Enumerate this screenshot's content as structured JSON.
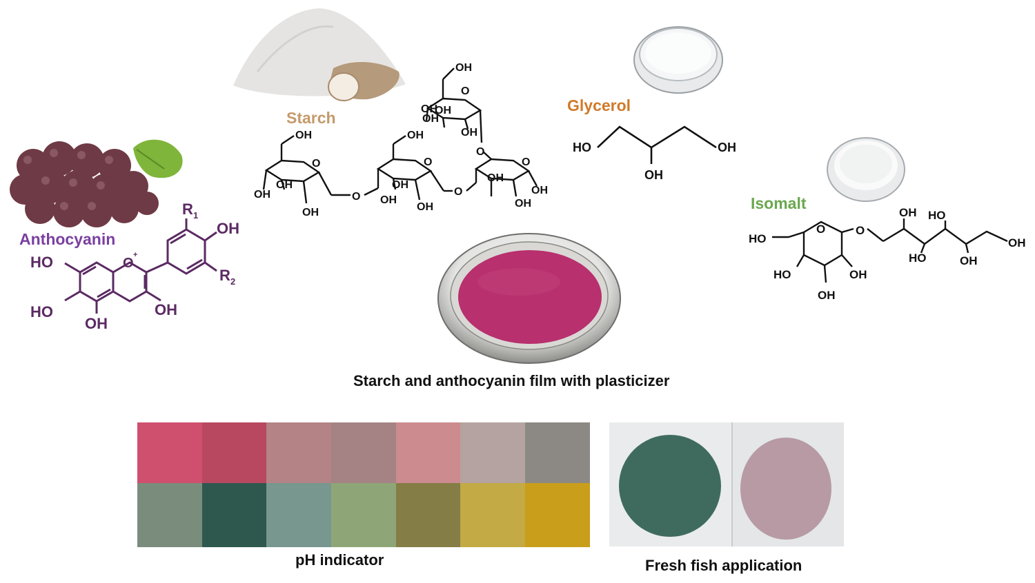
{
  "labels": {
    "anthocyanin": "Anthocyanin",
    "starch": "Starch",
    "glycerol": "Glycerol",
    "isomalt": "Isomalt"
  },
  "captions": {
    "film": "Starch and anthocyanin film with plasticizer",
    "ph_indicator": "pH indicator",
    "fish": "Fresh fish application"
  },
  "chem": {
    "OH": "OH",
    "HO": "HO",
    "O": "O",
    "O_plus": "O+",
    "R1": "R1",
    "R2": "R2"
  },
  "colors": {
    "anthocyanin_label": "#7a3fa0",
    "anthocyanin_structure": "#5b2a63",
    "starch_label": "#c49a6c",
    "glycerol_label": "#d07a2a",
    "isomalt_label": "#6aa84f",
    "film": "#b8306e",
    "fish_left": "#3f6b5e",
    "fish_right": "#b79aa4"
  },
  "ph_swatches": {
    "top_row": [
      "#cf4f6e",
      "#b8485f",
      "#b48385",
      "#a58385",
      "#cc8b8e",
      "#b4a3a0",
      "#8c8984"
    ],
    "bottom_row": [
      "#7a8d7c",
      "#2e584e",
      "#78978f",
      "#8ea677",
      "#857d46",
      "#c3aa45",
      "#c99e1a"
    ]
  }
}
